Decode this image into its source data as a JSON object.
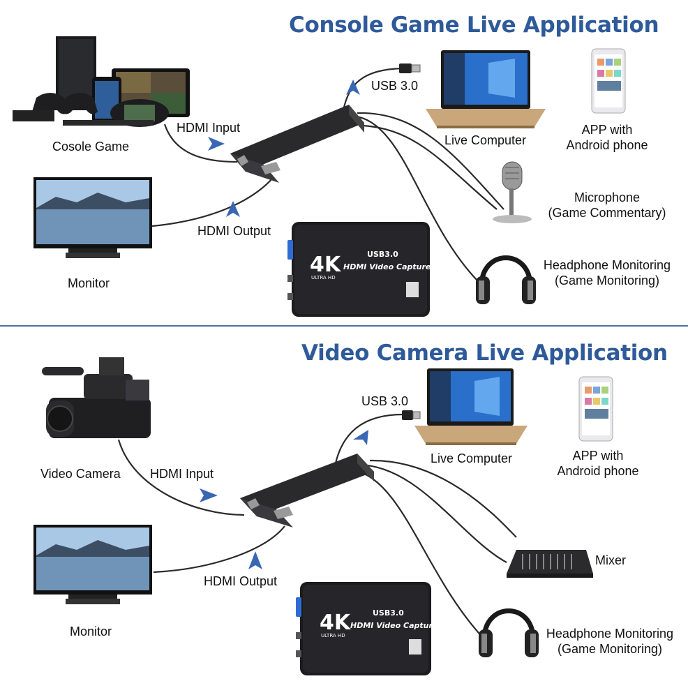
{
  "top": {
    "title": "Console Game Live Application",
    "labels": {
      "console": "Cosole Game",
      "hdmi_input": "HDMI Input",
      "hdmi_output": "HDMI Output",
      "monitor": "Monitor",
      "usb": "USB 3.0",
      "live_computer": "Live Computer",
      "app_line1": "APP with",
      "app_line2": "Android phone",
      "mic_line1": "Microphone",
      "mic_line2": "(Game Commentary)",
      "headphone_line1": "Headphone Monitoring",
      "headphone_line2": "(Game Monitoring)"
    }
  },
  "bottom": {
    "title": "Video Camera Live Application",
    "labels": {
      "camera": "Video Camera",
      "hdmi_input": "HDMI Input",
      "hdmi_output": "HDMI Output",
      "monitor": "Monitor",
      "usb": "USB 3.0",
      "live_computer": "Live Computer",
      "app_line1": "APP with",
      "app_line2": "Android phone",
      "mixer": "Mixer",
      "headphone_line1": "Headphone Monitoring",
      "headphone_line2": "(Game Monitoring)"
    }
  },
  "device": {
    "badge": "4K",
    "badge_sub": "ULTRA HD",
    "line1": "USB3.0",
    "line2": "HDMI Video Capture"
  },
  "colors": {
    "title": "#2e5a9a",
    "arrow": "#3a67b4",
    "divider": "#4a6fa5",
    "device": "#1c1c1e"
  }
}
